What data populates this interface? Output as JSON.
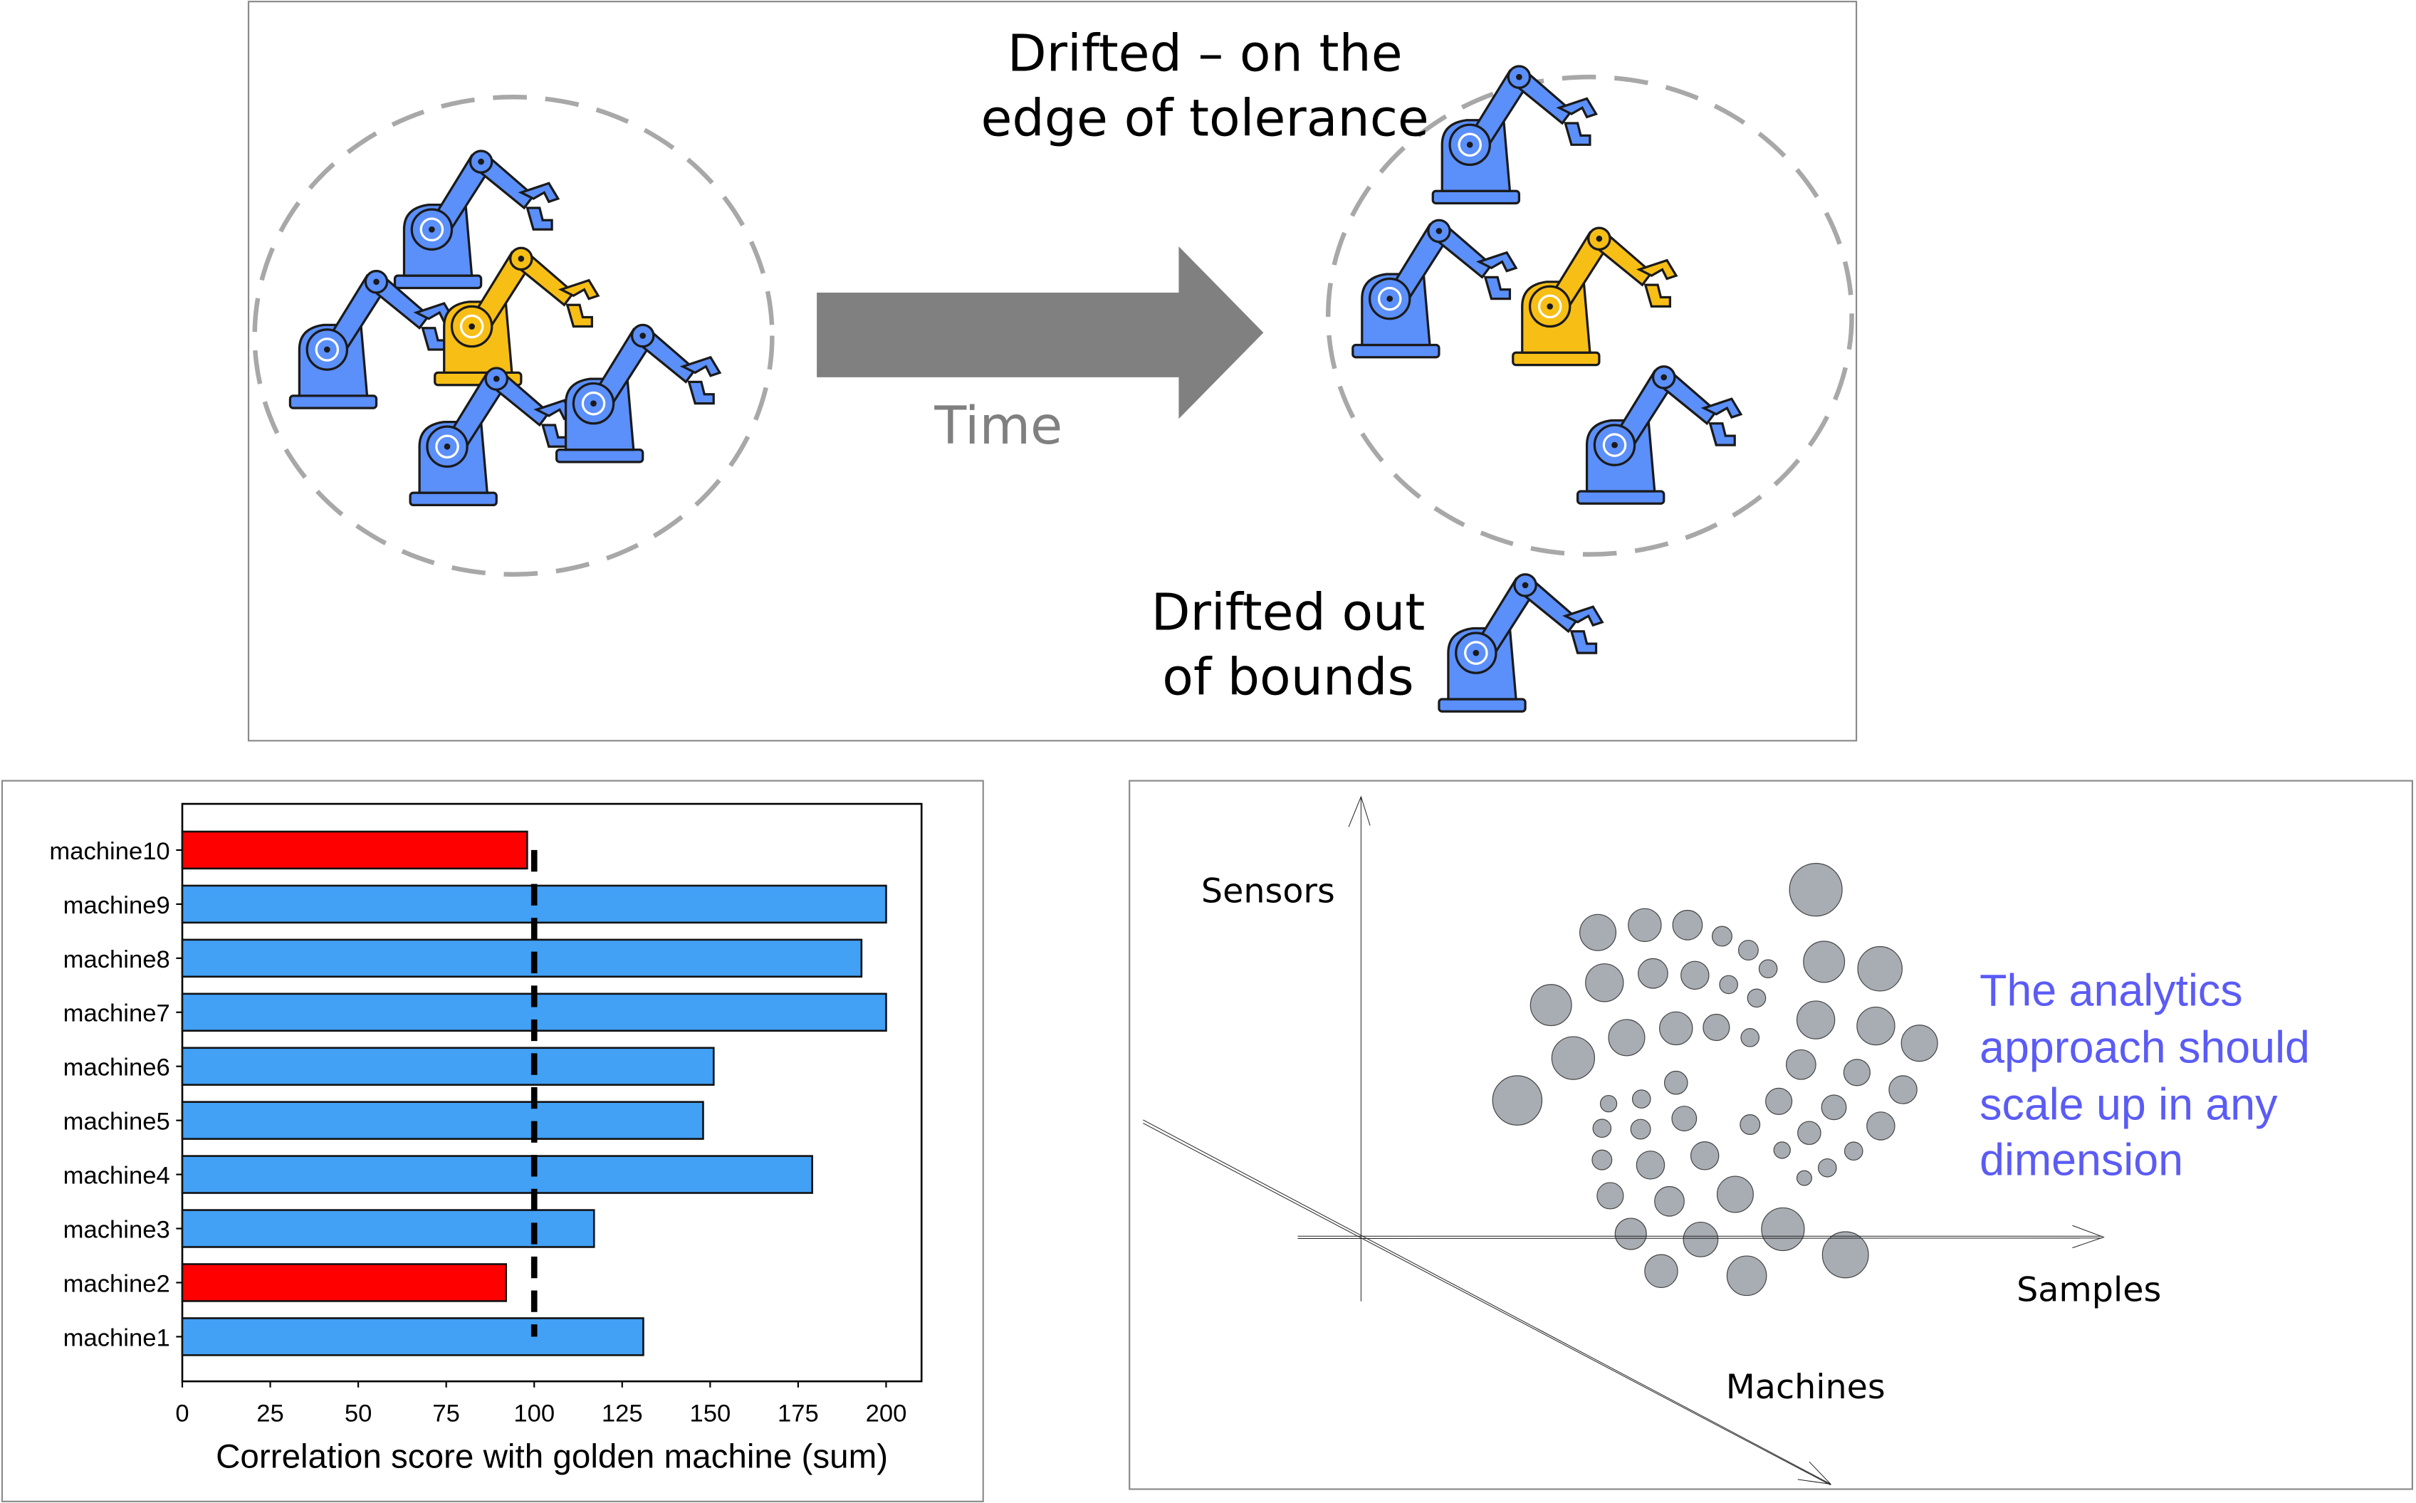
{
  "colors": {
    "robot_blue": "#5b8ff9",
    "robot_yellow": "#f7be16",
    "arrow_gray": "#808080",
    "bar_ok": "#42a0f5",
    "bar_bad": "#ff0000",
    "accent_text": "#5b5bf5",
    "blob": "#a8adb3"
  },
  "drift_diagram": {
    "time_label": "Time",
    "edge_label_line1": "Drifted – on the",
    "edge_label_line2": "edge of tolerance",
    "out_label_line1": "Drifted out",
    "out_label_line2": "of bounds"
  },
  "chart_data": {
    "type": "bar",
    "orientation": "horizontal",
    "categories": [
      "machine1",
      "machine2",
      "machine3",
      "machine4",
      "machine5",
      "machine6",
      "machine7",
      "machine8",
      "machine9",
      "machine10"
    ],
    "values": [
      131,
      92,
      117,
      179,
      148,
      151,
      200,
      193,
      200,
      98
    ],
    "status": [
      "ok",
      "bad",
      "ok",
      "ok",
      "ok",
      "ok",
      "ok",
      "ok",
      "ok",
      "bad"
    ],
    "threshold": 100,
    "xlabel": "Correlation score with golden machine (sum)",
    "ylabel": "",
    "xlim": [
      0,
      210
    ],
    "xticks": [
      "0",
      "25",
      "50",
      "75",
      "100",
      "125",
      "150",
      "175",
      "200"
    ],
    "grid": false
  },
  "scale_diagram": {
    "axis_sensors": "Sensors",
    "axis_samples": "Samples",
    "axis_machines": "Machines",
    "note_lines": [
      "The analytics",
      "approach should",
      "scale up in any",
      "dimension"
    ]
  }
}
